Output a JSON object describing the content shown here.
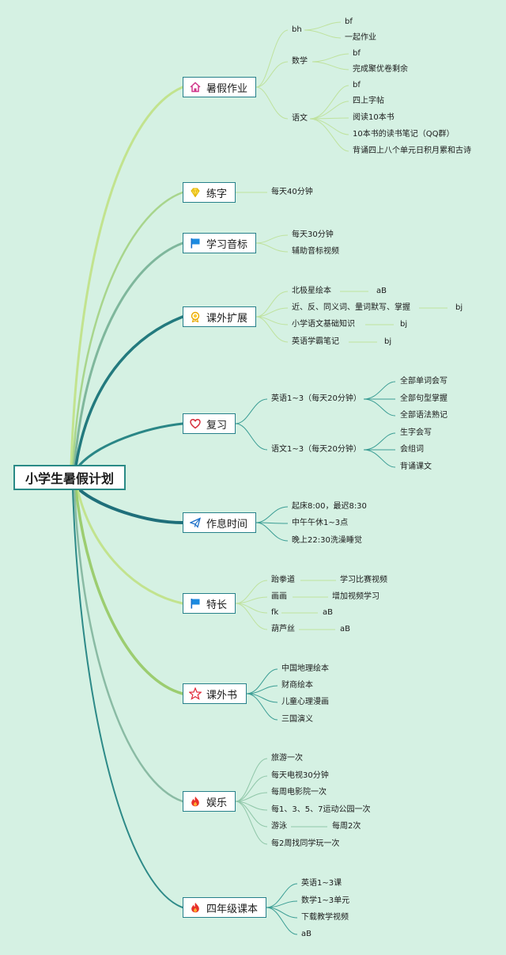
{
  "root": "小学生暑假计划",
  "branches": [
    {
      "label": "暑假作业",
      "icon": "home-icon"
    },
    {
      "label": "练字",
      "icon": "diamond-icon"
    },
    {
      "label": "学习音标",
      "icon": "flag-icon"
    },
    {
      "label": "课外扩展",
      "icon": "medal-icon"
    },
    {
      "label": "复习",
      "icon": "heart-icon"
    },
    {
      "label": "作息时间",
      "icon": "paper-plane-icon"
    },
    {
      "label": "特长",
      "icon": "flag-icon"
    },
    {
      "label": "课外书",
      "icon": "star-icon"
    },
    {
      "label": "娱乐",
      "icon": "fire-icon"
    },
    {
      "label": "四年级课本",
      "icon": "fire-icon"
    }
  ],
  "nodes": {
    "homework": {
      "bh": "bh",
      "bh_1": "bf",
      "bh_2": "一起作业",
      "math": "数学",
      "math_1": "bf",
      "math_2": "完成聚优卷剩余",
      "chinese": "语文",
      "ch_1": "bf",
      "ch_2": "四上字帖",
      "ch_3": "阅读10本书",
      "ch_4": "10本书的读书笔记（QQ群）",
      "ch_5": "背诵四上八个单元日积月累和古诗"
    },
    "calligraphy": {
      "c1": "每天40分钟"
    },
    "phonics": {
      "p1": "每天30分钟",
      "p2": "辅助音标视频"
    },
    "extension": {
      "e1": "北极星绘本",
      "e1b": "aB",
      "e2": "近、反、同义词、量词默写、掌握",
      "e2b": "bj",
      "e3": "小学语文基础知识",
      "e3b": "bj",
      "e4": "英语学霸笔记",
      "e4b": "bj"
    },
    "review": {
      "eng": "英语1~3（每天20分钟）",
      "eng_1": "全部单词会写",
      "eng_2": "全部句型掌握",
      "eng_3": "全部语法熟记",
      "chn": "语文1~3（每天20分钟）",
      "chn_1": "生字会写",
      "chn_2": "会组词",
      "chn_3": "背诵课文"
    },
    "schedule": {
      "s1": "起床8:00，最迟8:30",
      "s2": "中午午休1~3点",
      "s3": "晚上22:30洗澡睡觉"
    },
    "talent": {
      "t1": "跆拳道",
      "t1b": "学习比赛视频",
      "t2": "画画",
      "t2b": "增加视频学习",
      "t3": "fk",
      "t3b": "aB",
      "t4": "葫芦丝",
      "t4b": "aB"
    },
    "books": {
      "b1": "中国地理绘本",
      "b2": "财商绘本",
      "b3": "儿童心理漫画",
      "b4": "三国演义"
    },
    "fun": {
      "f1": "旅游一次",
      "f2": "每天电视30分钟",
      "f3": "每周电影院一次",
      "f4": "每1、3、5、7运动公园一次",
      "f5": "游泳",
      "f5b": "每周2次",
      "f6": "每2周找同学玩一次"
    },
    "textbook": {
      "k1": "英语1~3课",
      "k2": "数学1~3单元",
      "k3": "下载教学视频",
      "k4": "aB"
    }
  },
  "colors": {
    "background": "#d5f1e3",
    "dark_link": "#237a7e",
    "light_link": "#b8df8a",
    "mid_link": "#7eb8a0"
  }
}
